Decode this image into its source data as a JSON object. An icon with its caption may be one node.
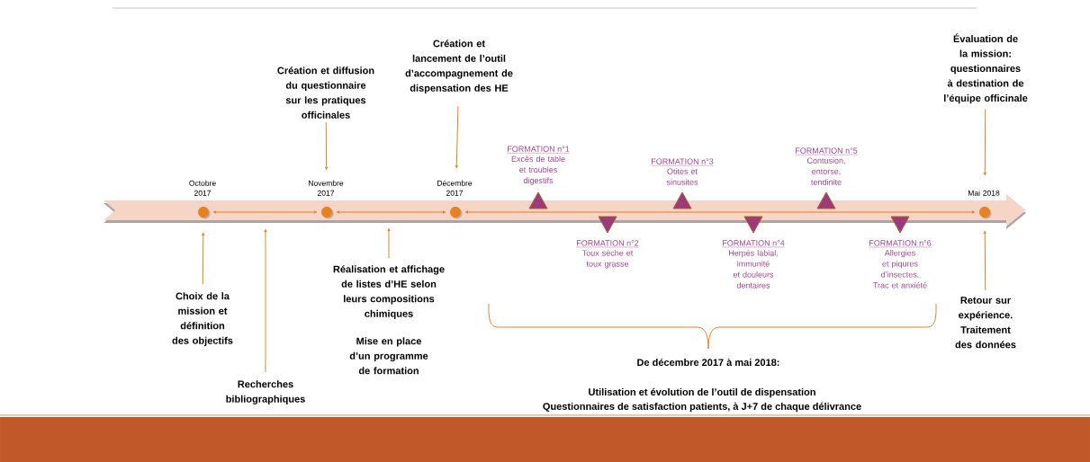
{
  "diagram": {
    "nodes": [
      {
        "text": [],
        "shape": "bar"
      },
      {
        "text": [],
        "shape": "circle",
        "beside": [
          "Octobre 2017"
        ],
        "in": 0
      },
      {
        "text": [],
        "shape": "circle",
        "beside": [
          "Novembre 2017"
        ],
        "in": 0
      },
      {
        "text": [],
        "shape": "circle",
        "beside": [
          "Décembre 2017"
        ],
        "in": 0
      },
      {
        "text": [],
        "shape": "triangle",
        "beside": [
          "FORMATION n°1",
          "Excès de table et troubles digestifs"
        ],
        "in": 0
      },
      {
        "text": [],
        "shape": "triangle",
        "beside": [
          "FORMATION n°2",
          "Toux sèche et toux grasse"
        ],
        "in": 0
      },
      {
        "text": [],
        "shape": "triangle",
        "beside": [
          "FORMATION n°3",
          "Otites et sinusites"
        ],
        "in": 0
      },
      {
        "text": [],
        "shape": "triangle",
        "beside": [
          "FORMATION n°4",
          "Herpès labial, immunité et douleurs dentaires"
        ],
        "in": 0
      },
      {
        "text": [],
        "shape": "triangle",
        "beside": [
          "FORMATION n°5",
          "Contusion, entorse, tendinite"
        ],
        "in": 0
      },
      {
        "text": [],
        "shape": "triangle",
        "beside": [
          "FORMATION n°6",
          "Allergies et piqures d’insectes. Trac et anxiété"
        ],
        "in": 0
      },
      {
        "text": [],
        "shape": "circle",
        "beside": [
          "Mai 2018"
        ],
        "in": 0
      },
      {
        "text": [
          "Création et diffusion du questionnaire sur les pratiques officinales"
        ]
      },
      {
        "text": [
          "Création et lancement de l’outil d’accompagnement de dispensation des HE"
        ]
      },
      {
        "text": [
          "Évaluation de la mission: questionnaires à destination de l’équipe officinale"
        ]
      },
      {
        "text": [
          "Choix de la mission et définition des objectifs"
        ]
      },
      {
        "text": [
          "Recherches bibliographiques"
        ]
      },
      {
        "text": [
          "Réalisation et affichage de listes d’HE selon leurs compositions chimiques",
          "Mise en place d’un programme de formation"
        ]
      },
      {
        "text": [
          "Retour sur expérience. Traitement des données"
        ]
      }
    ],
    "edges": [
      {
        "from": 1,
        "to": 2,
        "arrow": "both"
      },
      {
        "from": 2,
        "to": 3,
        "arrow": "both"
      },
      {
        "from": 3,
        "to": 10,
        "arrow": "both"
      },
      {
        "from": 11,
        "to": 2,
        "arrow": "to"
      },
      {
        "from": 12,
        "to": 3,
        "arrow": "to"
      },
      {
        "from": 13,
        "to": 10,
        "arrow": "to"
      },
      {
        "from": 14,
        "to": 1,
        "arrow": "to"
      },
      {
        "from": 15,
        "to": 0,
        "arrow": "to"
      },
      {
        "from": 16,
        "to": 0,
        "arrow": "to"
      },
      {
        "from": 17,
        "to": 10,
        "arrow": "to"
      }
    ],
    "labels": [
      "De décembre 2017 à mai 2018:",
      "Utilisation et évolution de l’outil de dispensation",
      "Questionnaires de satisfaction patients, à J+7 de chaque délivrance"
    ]
  }
}
